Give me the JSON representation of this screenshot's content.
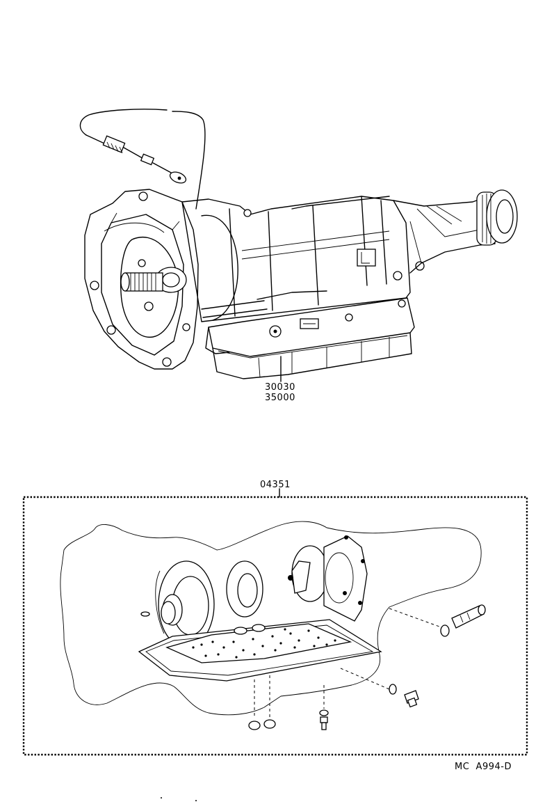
{
  "callouts": {
    "transmission_assy_1": "30030",
    "transmission_assy_2": "35000",
    "gasket_kit": "04351"
  },
  "figure_code": "MC  A994-D"
}
